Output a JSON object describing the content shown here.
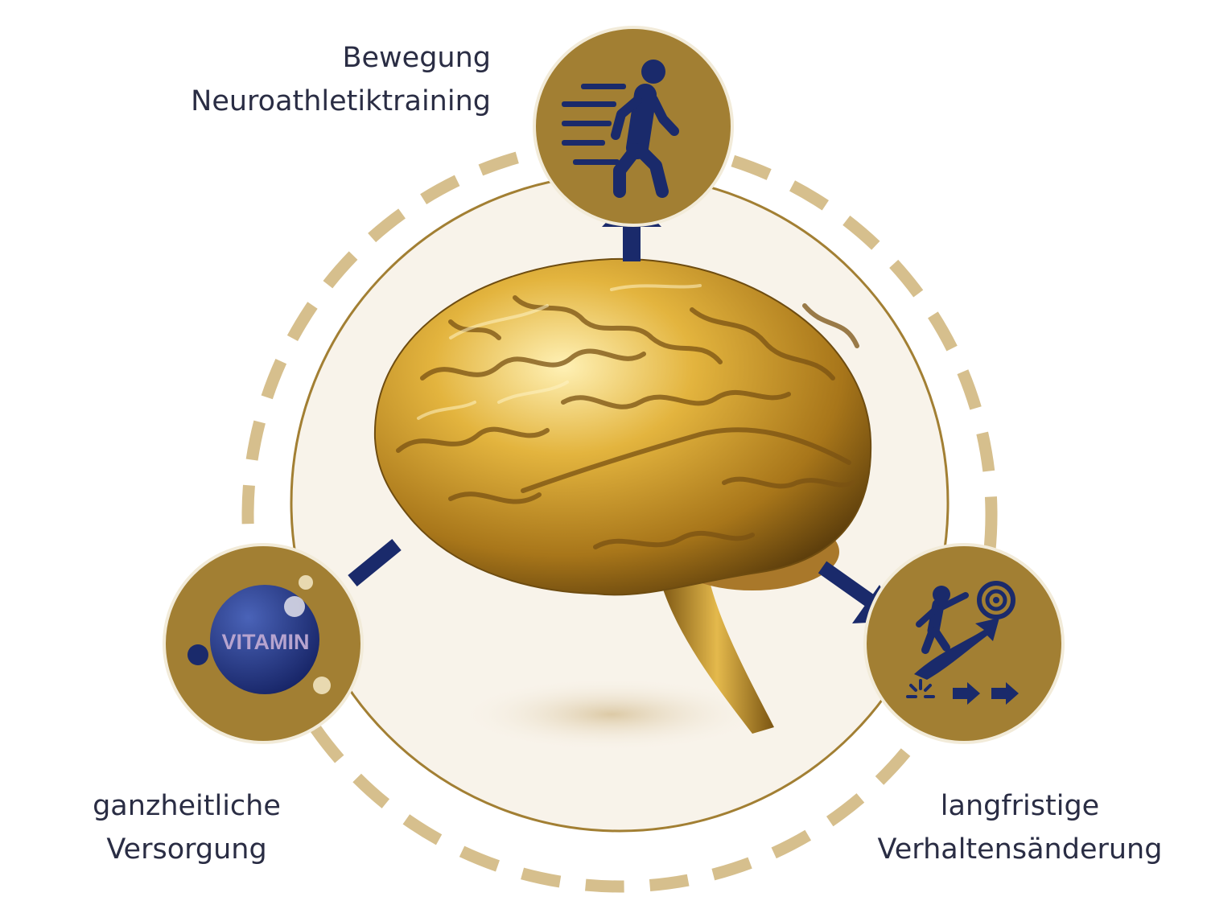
{
  "nodes": {
    "top": {
      "lines": [
        "Bewegung",
        "Neuroathletiktraining"
      ],
      "icon": "walking-person-icon"
    },
    "left": {
      "lines": [
        "ganzheitliche",
        "Versorgung"
      ],
      "icon": "vitamin-icon",
      "icon_text": "VITAMIN"
    },
    "right": {
      "lines": [
        "langfristige",
        "Verhaltensänderung"
      ],
      "icon": "goal-progress-icon"
    }
  },
  "center": {
    "icon": "brain-icon"
  },
  "colors": {
    "gold": "#a27f33",
    "navy": "#1a2a6b",
    "dash": "#d6bf8d",
    "text": "#2a2d44",
    "inner_fill": "#f8f3ea"
  }
}
